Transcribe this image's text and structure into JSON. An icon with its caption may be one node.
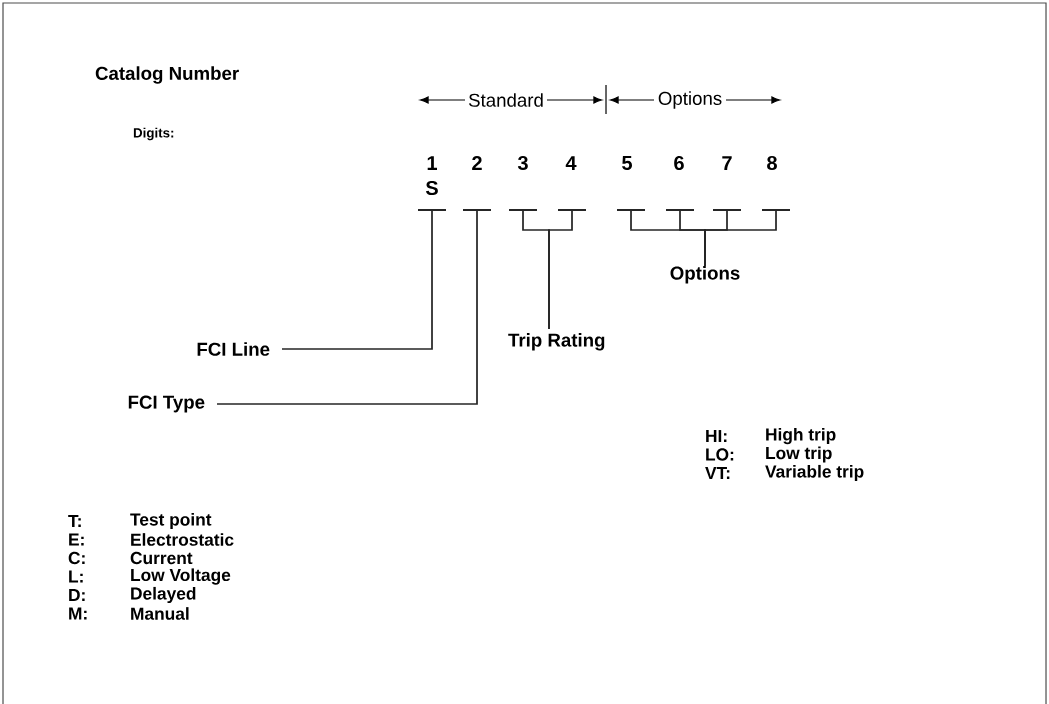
{
  "diagram": {
    "title": "Catalog Number",
    "nodes": [
      {
        "text": [],
        "shape": "bar"
      },
      {
        "text": [],
        "shape": "bar"
      },
      {
        "text": [],
        "shape": "bar"
      },
      {
        "text": [],
        "shape": "bar"
      },
      {
        "text": [],
        "shape": "bar"
      },
      {
        "text": [],
        "shape": "bar"
      },
      {
        "text": [],
        "shape": "bar"
      },
      {
        "text": [],
        "shape": "bar"
      },
      {
        "text": [
          "Options"
        ]
      },
      {
        "text": [
          "FCI Line"
        ]
      },
      {
        "text": [
          "Trip Rating"
        ]
      },
      {
        "text": [
          "FCI Type"
        ]
      }
    ],
    "edges": [
      {
        "from": 8,
        "to": 4,
        "arrow": "none"
      },
      {
        "from": 8,
        "to": 5,
        "arrow": "none"
      },
      {
        "from": 8,
        "to": 6,
        "arrow": "none"
      },
      {
        "from": 8,
        "to": 7,
        "arrow": "none"
      },
      {
        "from": 9,
        "to": 0,
        "arrow": "none"
      },
      {
        "from": 10,
        "to": 2,
        "arrow": "none"
      },
      {
        "from": 10,
        "to": 3,
        "arrow": "none"
      },
      {
        "from": 11,
        "to": 1,
        "arrow": "none"
      }
    ],
    "labels": [
      "Standard",
      "Options",
      "Digits:",
      "1",
      "2",
      "3",
      "4",
      "5",
      "6",
      "7",
      "8",
      "S",
      "HI:",
      "High trip",
      "LO:",
      "Low trip",
      "VT:",
      "Variable trip",
      "T:",
      "Test point",
      "E:",
      "Electrostatic",
      "C:",
      "Current",
      "L:",
      "Low Voltage",
      "D:",
      "Delayed",
      "M:",
      "Manual"
    ]
  }
}
